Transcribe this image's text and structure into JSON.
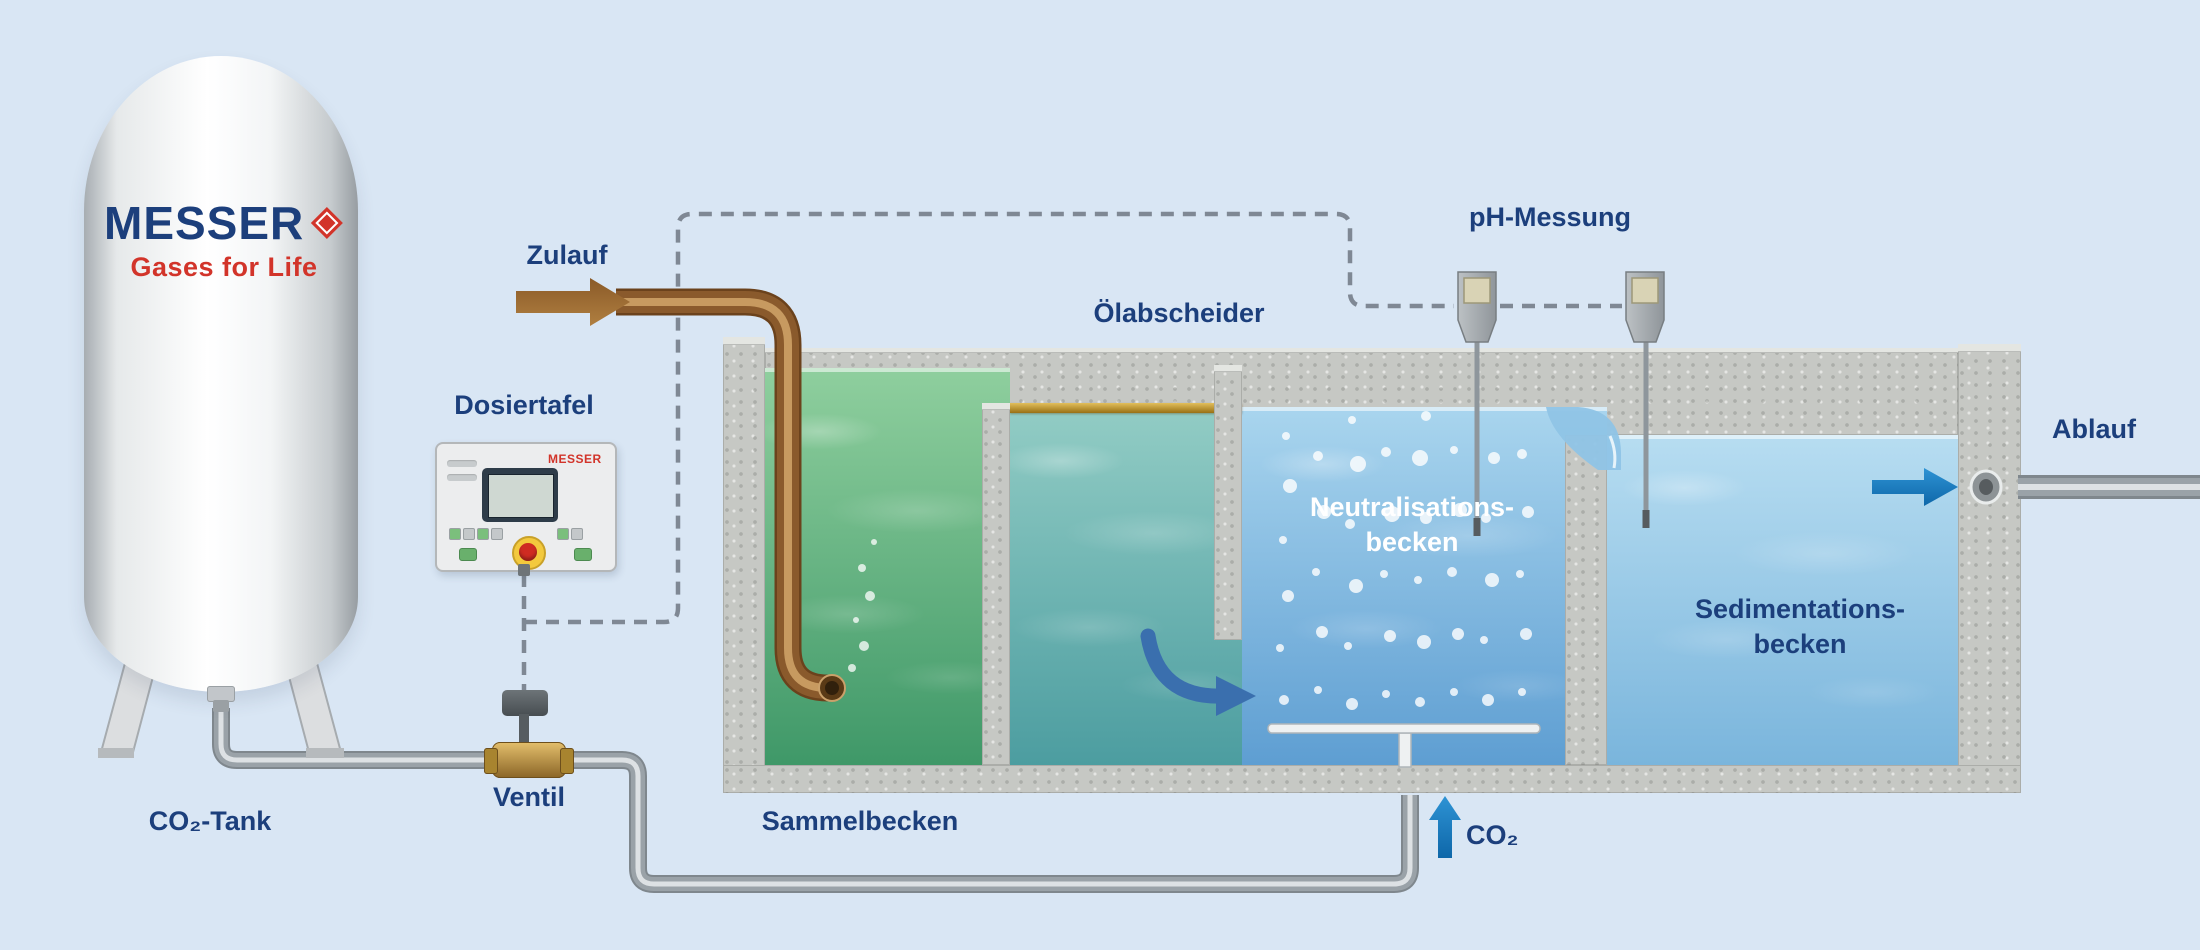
{
  "colors": {
    "bg": "#d9e6f4",
    "navy": "#1c3f7c",
    "red": "#d2342a",
    "arrowBlue": "#1779be",
    "concrete": "#c6c8c4",
    "pipeGray": "#9aa2a8",
    "pipeBrown": "#8a5a2c"
  },
  "tank": {
    "brand": "MESSER",
    "tagline": "Gases for Life",
    "label": "CO₂-Tank"
  },
  "panel": {
    "label": "Dosiertafel",
    "logo": "MESSER"
  },
  "valve": {
    "label": "Ventil"
  },
  "flow": {
    "inflow": "Zulauf",
    "outflow": "Ablauf",
    "co2": "CO₂"
  },
  "ph": {
    "label": "pH-Messung"
  },
  "basins": {
    "collection": {
      "label": "Sammelbecken"
    },
    "oil_separator": {
      "label": "Ölabscheider"
    },
    "neutralization": {
      "line1": "Neutralisations-",
      "line2": "becken"
    },
    "sedimentation": {
      "line1": "Sedimentations-",
      "line2": "becken"
    }
  }
}
